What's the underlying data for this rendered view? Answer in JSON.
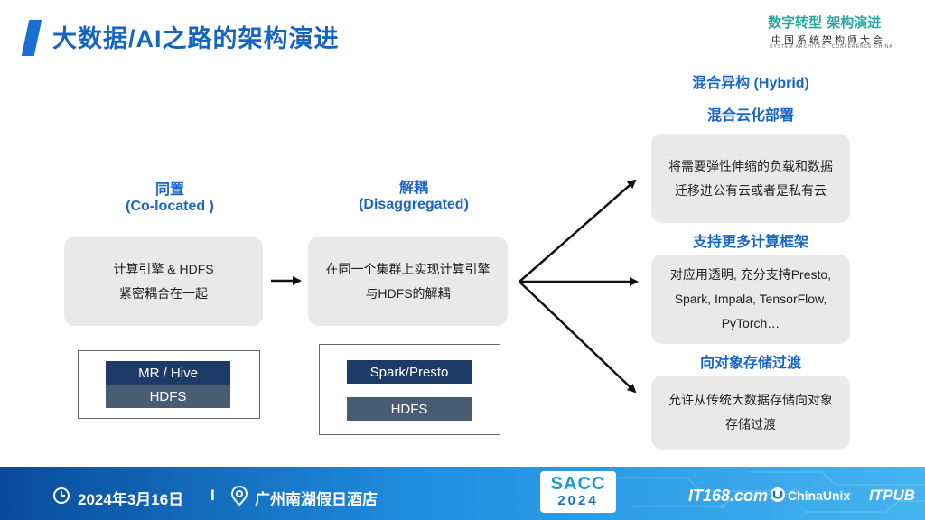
{
  "header": {
    "title": "大数据/AI之路的架构演进",
    "logo_line1": "数字转型  架构演进",
    "logo_line2": "中国系统架构师大会",
    "logo_line3": "SYSTEM ARCHITECT CONFERENCE CHINA"
  },
  "colocated": {
    "heading_line1": "同置",
    "heading_line2": "(Co-located )",
    "box_line1": "计算引擎 & HDFS",
    "box_line2": "紧密耦合在一起",
    "layer_top": "MR / Hive",
    "layer_bottom": "HDFS"
  },
  "disaggregated": {
    "heading_line1": "解耦",
    "heading_line2": "(Disaggregated)",
    "box_line1": "在同一个集群上实现计算引擎",
    "box_line2": "与HDFS的解耦",
    "layer_top": "Spark/Presto",
    "layer_bottom": "HDFS"
  },
  "hybrid": {
    "heading1": "混合异构 (Hybrid)",
    "heading2": "混合云化部署",
    "box1_line1": "将需要弹性伸缩的负载和数据",
    "box1_line2": "迁移进公有云或者是私有云",
    "heading3": "支持更多计算框架",
    "box2_line1": "对应用透明, 充分支持Presto,",
    "box2_line2": "Spark, Impala, TensorFlow,",
    "box2_line3": "PyTorch…",
    "heading4": "向对象存储过渡",
    "box3_line1": "允许从传统大数据存储向对象",
    "box3_line2": "存储过渡"
  },
  "footer": {
    "date": "2024年3月16日",
    "separator": "I",
    "location": "广州南湖假日酒店",
    "sacc_line1": "SACC",
    "sacc_line2": "2024",
    "brand1": "IT168.com",
    "brand2": "ChinaUnix",
    "brand3": "ITPUB"
  },
  "colors": {
    "accent": "#1565c0",
    "box_bg": "#e9e9e9",
    "layer_dark": "#1e3a66",
    "layer_gray": "#4a5c74"
  }
}
